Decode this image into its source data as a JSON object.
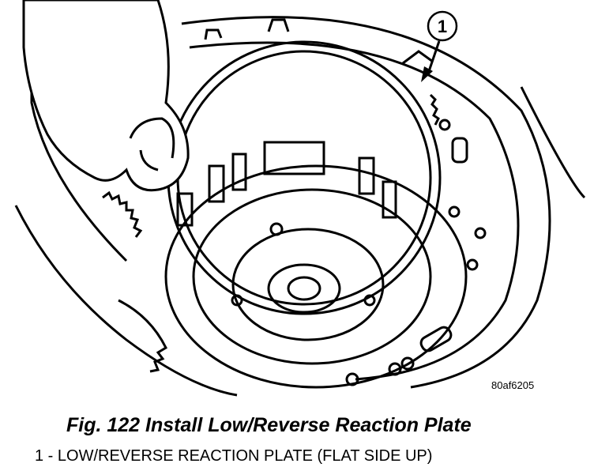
{
  "figure": {
    "callout_number": "1",
    "drawing_code": "80af6205",
    "caption": "Fig. 122 Install Low/Reverse Reaction Plate",
    "legend_items": [
      "1 - LOW/REVERSE REACTION PLATE (FLAT SIDE UP)"
    ]
  }
}
